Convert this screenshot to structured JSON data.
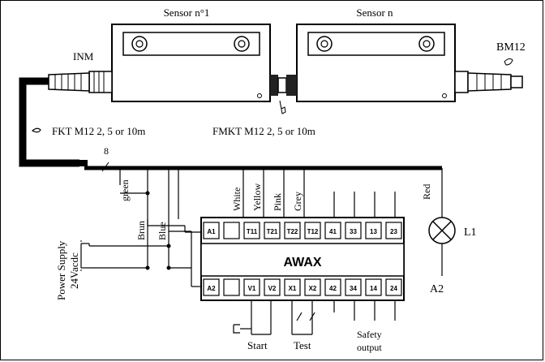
{
  "labels": {
    "sensor1": "Sensor n°1",
    "sensorn": "Sensor n",
    "inm": "INM",
    "bm12": "BM12",
    "fkt": "FKT M12 2, 5 or 10m",
    "fmkt": "FMKT M12 2, 5 or 10m",
    "wire_count": "8",
    "power_supply": "Power Supply",
    "power_voltage": "24Vacdc",
    "brun": "Brun",
    "blue": "Blue",
    "green": "green",
    "white": "White",
    "yellow": "Yellow",
    "pink": "Pink",
    "grey": "Grey",
    "red": "Red",
    "lamp": "L1",
    "a2_out": "A2",
    "start": "Start",
    "test": "Test",
    "safety_output_line1": "Safety",
    "safety_output_line2": "output"
  },
  "module": {
    "name": "AWAX",
    "top_terminals": [
      "A1",
      "",
      "T11",
      "T21",
      "T22",
      "T12",
      "41",
      "33",
      "13",
      "23"
    ],
    "bottom_terminals": [
      "A2",
      "",
      "V1",
      "V2",
      "X1",
      "X2",
      "42",
      "34",
      "14",
      "24"
    ]
  }
}
